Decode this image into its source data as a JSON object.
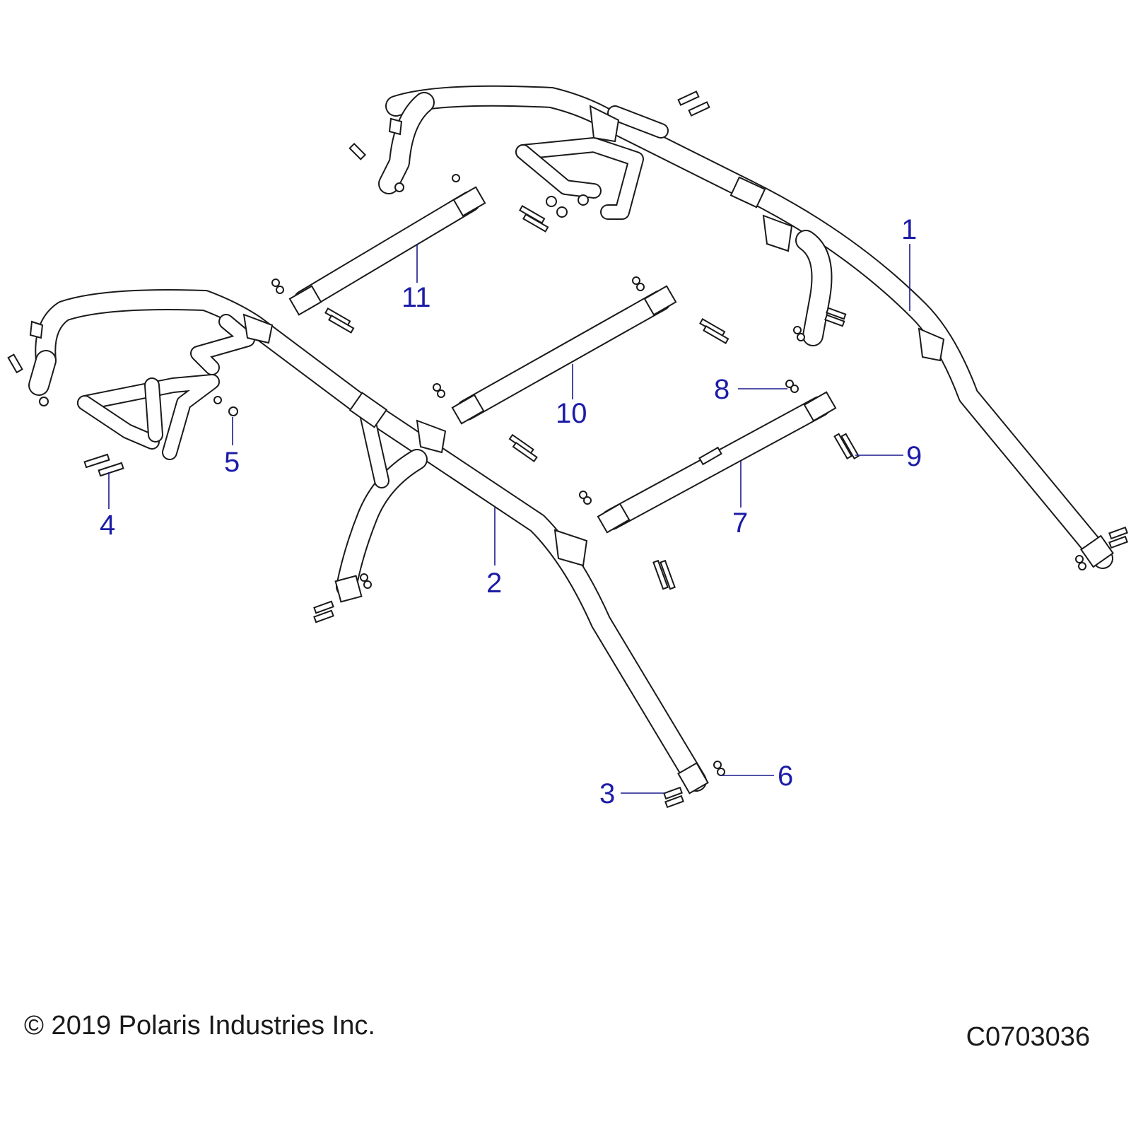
{
  "callouts": [
    {
      "id": "1",
      "label": "1"
    },
    {
      "id": "2",
      "label": "2"
    },
    {
      "id": "3",
      "label": "3"
    },
    {
      "id": "4",
      "label": "4"
    },
    {
      "id": "5",
      "label": "5"
    },
    {
      "id": "6",
      "label": "6"
    },
    {
      "id": "7",
      "label": "7"
    },
    {
      "id": "8",
      "label": "8"
    },
    {
      "id": "9",
      "label": "9"
    },
    {
      "id": "10",
      "label": "10"
    },
    {
      "id": "11",
      "label": "11"
    }
  ],
  "footer": {
    "copyright": "© 2019 Polaris Industries Inc.",
    "figure_id": "C0703036"
  },
  "colors": {
    "line": "#1a1a1a",
    "callout": "#1c1ca8",
    "background": "#ffffff"
  }
}
